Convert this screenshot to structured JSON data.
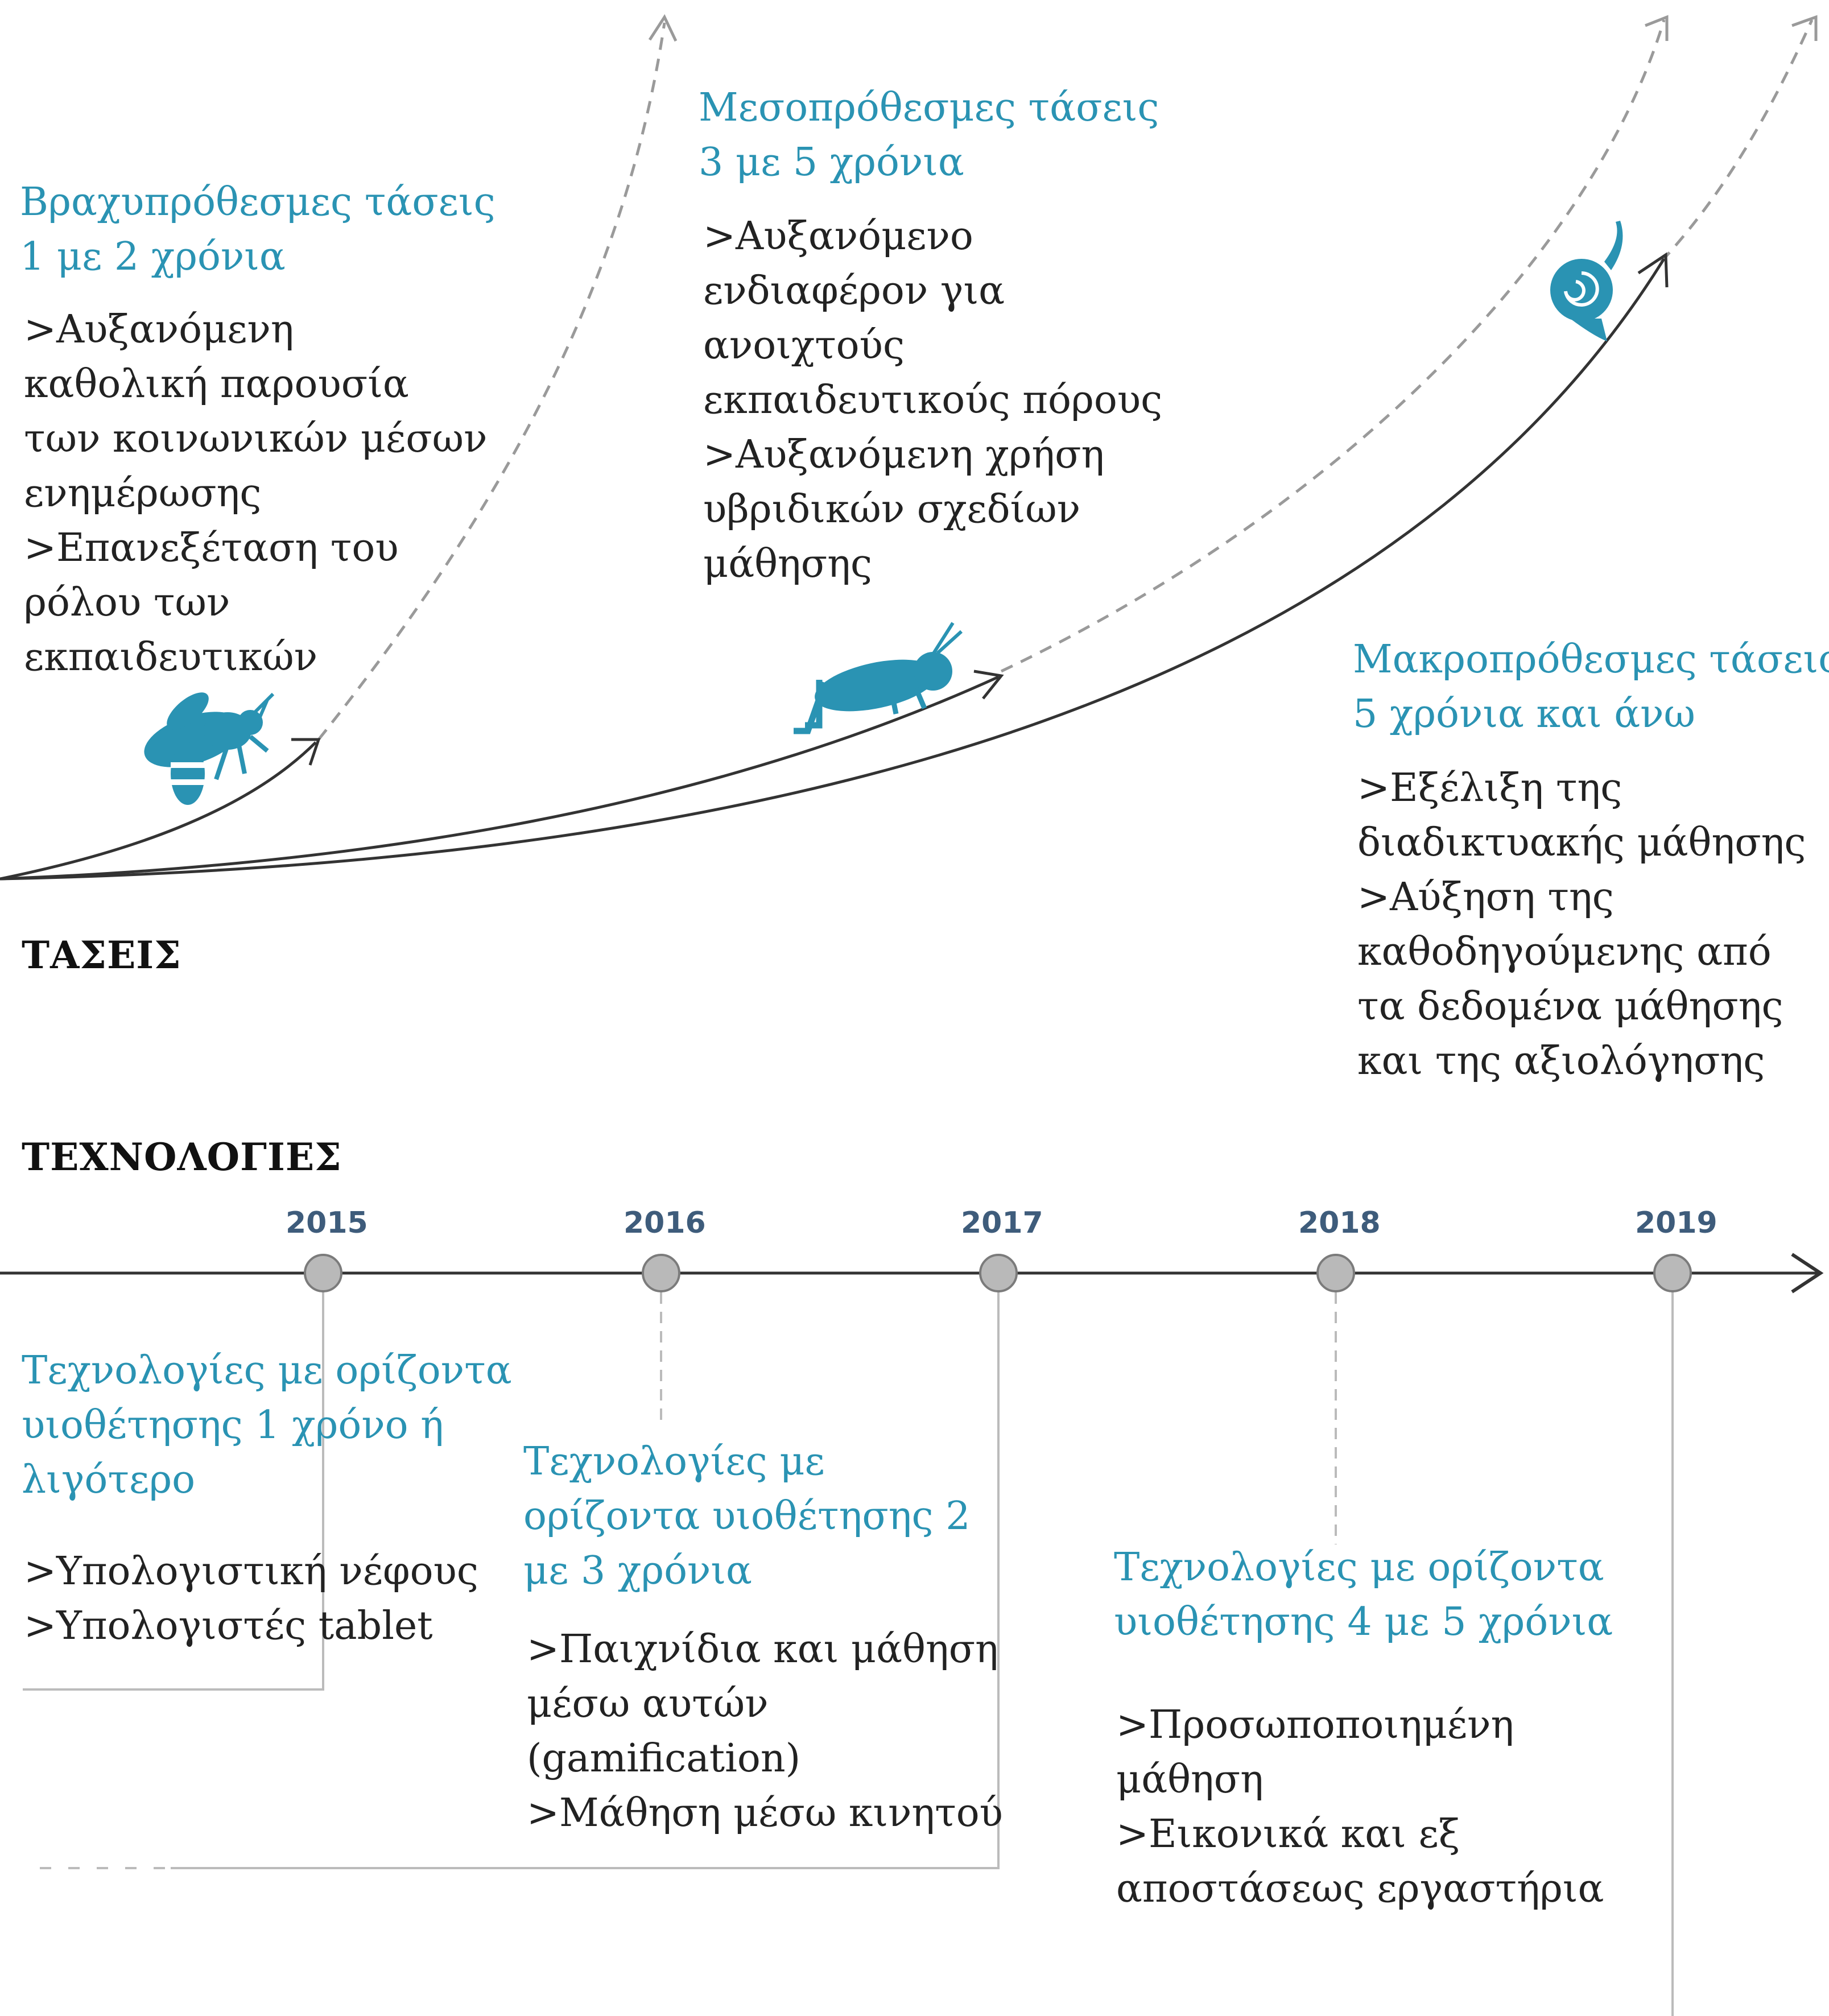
{
  "colors": {
    "accent": "#2a93b3",
    "text": "#222222",
    "axis": "#333333",
    "dashed": "#9a9a9a",
    "node": "#b9b9b9"
  },
  "sections": {
    "trends": "ΤΑΣΕΙΣ",
    "technologies": "ΤΕΧΝΟΛΟΓΙΕΣ"
  },
  "trends": {
    "short": {
      "icon": "bee-icon",
      "title": [
        "Βραχυπρόθεσμες τάσεις",
        "1 με 2 χρόνια"
      ],
      "items": [
        "&gt;Αυξανόμενη",
        "καθολική παρουσία",
        "των κοινωνικών μέσων",
        "ενημέρωσης",
        "&gt;Επανεξέταση του",
        "ρόλου των",
        "εκπαιδευτικών"
      ]
    },
    "mid": {
      "icon": "grasshopper-icon",
      "title": [
        "Μεσοπρόθεσμες τάσεις",
        "3 με 5 χρόνια"
      ],
      "items": [
        "&gt;Αυξανόμενο",
        "ενδιαφέρον για",
        "ανοιχτούς",
        "εκπαιδευτικούς πόρους",
        "&gt;Αυξανόμενη χρήση",
        "υβριδικών σχεδίων",
        "μάθησης"
      ]
    },
    "long": {
      "icon": "snail-icon",
      "title": [
        "Μακροπρόθεσμες τάσεις",
        "5 χρόνια και άνω"
      ],
      "items": [
        "&gt;Εξέλιξη της",
        "διαδικτυακής μάθησης",
        "&gt;Αύξηση της",
        "καθοδηγούμενης από",
        "τα δεδομένα μάθησης",
        "και της αξιολόγησης"
      ]
    }
  },
  "timeline": {
    "years": [
      "2015",
      "2016",
      "2017",
      "2018",
      "2019"
    ]
  },
  "technologies": {
    "t1": {
      "title": [
        "Τεχνολογίες με ορίζοντα",
        "υιοθέτησης 1 χρόνο ή",
        "λιγότερο"
      ],
      "items": [
        "&gt;Υπολογιστική νέφους",
        "&gt;Υπολογιστές tablet"
      ]
    },
    "t2": {
      "title": [
        "Τεχνολογίες με",
        "ορίζοντα υιοθέτησης 2",
        "με 3 χρόνια"
      ],
      "items": [
        "&gt;Παιχνίδια και μάθηση",
        "μέσω αυτών",
        "(gamification)",
        "&gt;Μάθηση μέσω κινητού"
      ]
    },
    "t3": {
      "title": [
        "Τεχνολογίες με ορίζοντα",
        "υιοθέτησης 4 με 5 χρόνια"
      ],
      "items": [
        "&gt;Προσωποποιημένη",
        "μάθηση",
        "&gt;Εικονικά και εξ",
        "αποστάσεως εργαστήρια"
      ]
    }
  }
}
